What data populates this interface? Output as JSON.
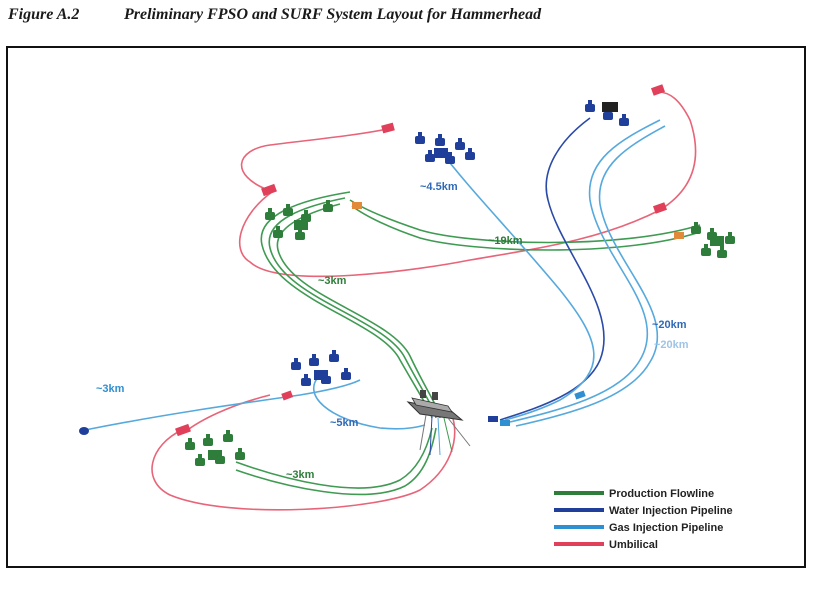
{
  "caption": {
    "figure_number": "Figure A.2",
    "title": "Preliminary FPSO and SURF System Layout for Hammerhead"
  },
  "distance_labels": {
    "northern_gas_tieback": "~4.5km",
    "production_loop": "~19km",
    "upper_cluster_link": "~3km",
    "water_injection_run": "~20km",
    "gas_injection_run": "~20km",
    "western_gas_tieback": "~3km",
    "southern_gas_tieback": "~5km",
    "southern_production_link": "~3km"
  },
  "legend": [
    {
      "label": "Production Flowline",
      "color": "#2e7d3a"
    },
    {
      "label": "Water Injection Pipeline",
      "color": "#1f3f9a"
    },
    {
      "label": "Gas Injection Pipeline",
      "color": "#2f8fd0"
    },
    {
      "label": "Umbilical",
      "color": "#e0405a"
    }
  ],
  "colors": {
    "production": "#2e7d3a",
    "water_injection": "#1f3f9a",
    "gas_injection": "#2f8fd0",
    "umbilical": "#e0405a",
    "fpso": "#555555",
    "frame": "#111111"
  }
}
